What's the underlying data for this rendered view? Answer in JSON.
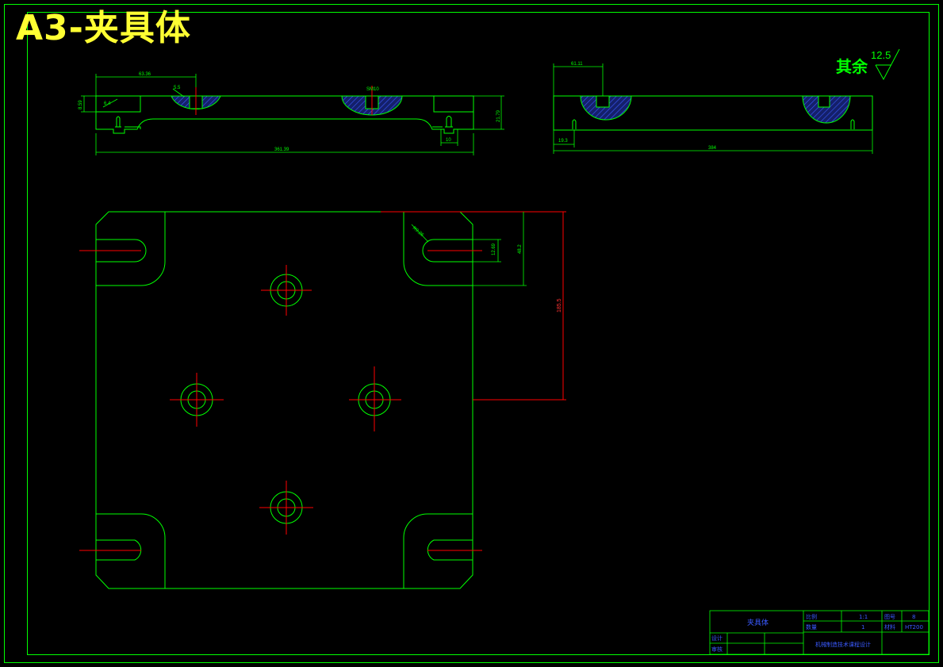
{
  "title": "A3-夹具体",
  "roughness": {
    "label": "其余",
    "value": "12.5"
  },
  "dimensions": {
    "front_top_length": "63.36",
    "front_small_a": "5.5",
    "front_left_height": "8.59",
    "front_left_small": "6.4",
    "front_center_hole": "SM10",
    "front_right_height": "21.79",
    "front_bottom_small": "10",
    "front_total_length": "361.39",
    "side_top_length": "61.11",
    "side_bottom_small": "19.3",
    "side_total_length": "384",
    "plan_radius": "R9.26",
    "plan_slot_width": "12.69",
    "plan_slot_height": "48.2",
    "plan_center_height": "185.5"
  },
  "title_block": {
    "part_name": "夹具体",
    "scale_label": "比例",
    "scale_value": "1:1",
    "drawing_no_label": "图号",
    "drawing_no_value": "8",
    "quantity_label": "数量",
    "quantity_value": "1",
    "material_label": "材料",
    "material_value": "HT200",
    "designer_label": "设计",
    "reviewer_label": "审核",
    "org_name": "机械制造技术课程设计"
  },
  "colors": {
    "outline": "#00ff00",
    "centerline": "#ff0000",
    "dimension_text": "#00ff00",
    "dimension_red": "#ff3333",
    "hatch": "#2233aa",
    "title_text": "#ffff33",
    "title_block_text": "#3a5aff"
  }
}
